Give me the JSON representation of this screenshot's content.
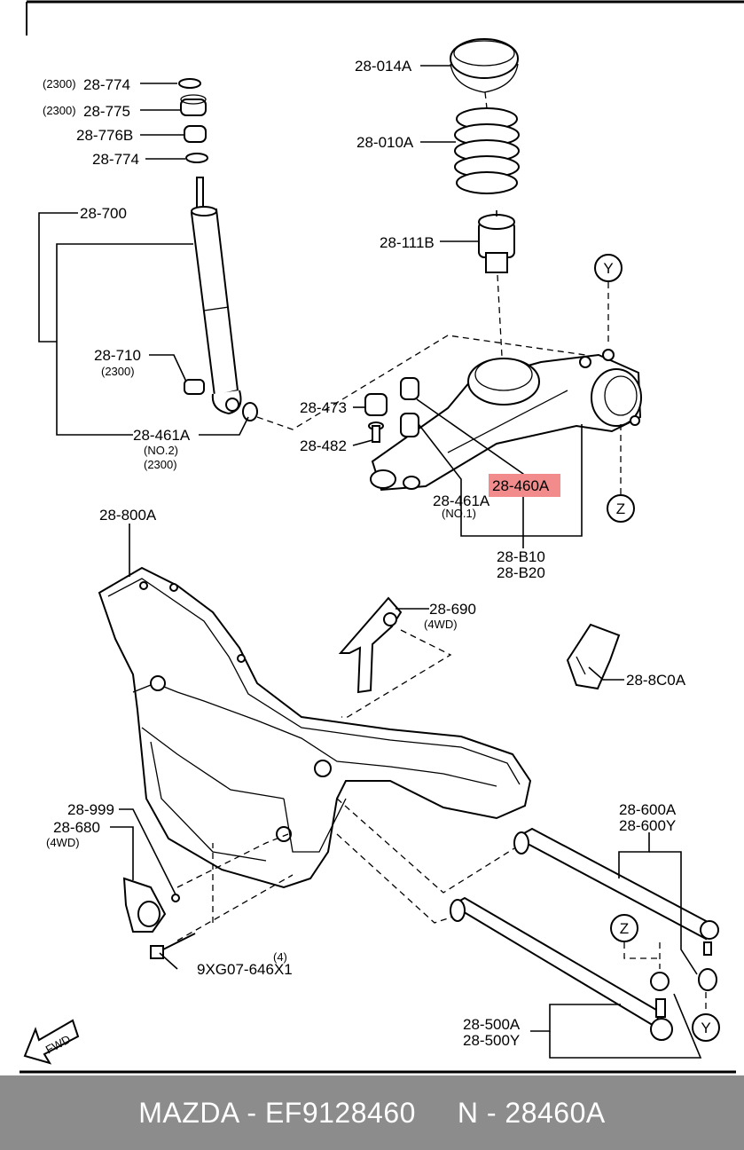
{
  "labels": {
    "p28_014a": "28-014A",
    "p28_010a": "28-010A",
    "p28_111b": "28-111B",
    "p28_774a": "28-774",
    "p28_775": "28-775",
    "p28_776b": "28-776B",
    "p28_774b": "28-774",
    "var2300a": "(2300)",
    "var2300b": "(2300)",
    "p28_700": "28-700",
    "p28_710": "28-710",
    "var2300c": "(2300)",
    "p28_473": "28-473",
    "p28_482": "28-482",
    "p28_461a_top": "28-461A",
    "no2": "(NO.2)",
    "var2300d": "(2300)",
    "p28_460a": "28-460A",
    "p28_461a_mid": "28-461A",
    "no1": "(NO.1)",
    "p28_b10": "28-B10",
    "p28_b20": "28-B20",
    "p28_800a": "28-800A",
    "p28_690": "28-690",
    "var4wd_a": "(4WD)",
    "p28_8c0a": "28-8C0A",
    "p28_999": "28-999",
    "p28_680": "28-680",
    "var4wd_b": "(4WD)",
    "bolt": "9XG07-646X1",
    "qty4": "(4)",
    "p28_600a": "28-600A",
    "p28_600y": "28-600Y",
    "p28_500a": "28-500A",
    "p28_500y": "28-500Y",
    "ref_y_top": "Y",
    "ref_z_top": "Z",
    "ref_z_bottom": "Z",
    "ref_y_bottom": "Y",
    "fwd": "FWD"
  },
  "highlight_color": "#f28b8b",
  "footer": {
    "brand": "MAZDA",
    "part_number": "EF9128460",
    "ref": "N - 28460A",
    "text": "MAZDA - EF9128460     N - 28460A"
  }
}
